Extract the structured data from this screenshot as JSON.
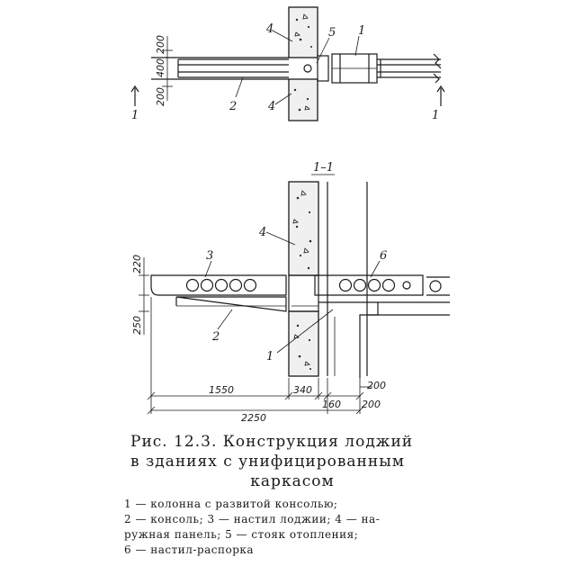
{
  "figure": {
    "plan_labels": {
      "column": "1",
      "console": "2",
      "outer_panel_top": "4",
      "outer_panel_bottom": "4",
      "riser": "5",
      "section_mark_left": "1",
      "section_mark_right": "1"
    },
    "plan_dims": [
      "200",
      "400",
      "200"
    ],
    "section_title": "1–1",
    "section_labels": {
      "loggia_slab": "3",
      "spacer_slab": "6",
      "outer_panel": "4",
      "console": "2",
      "column": "1"
    },
    "section_dims": {
      "left_top": "220",
      "left_bottom": "250",
      "d1550": "1550",
      "d340": "340",
      "d160": "160",
      "d200_top": "200",
      "d200_bottom": "200",
      "d2250": "2250"
    }
  },
  "caption": {
    "line1": "Рис.  12.3.  Конструкция  лоджий",
    "line2": "в   зданиях   с   унифицированным",
    "line3": "каркасом"
  },
  "legend": {
    "item1": "1 — колонна  с  развитой  консолью;",
    "item2": "2 — консоль; 3 — настил лоджии; 4 — на-",
    "item3": "ружная панель; 5 — стояк отопления;",
    "item4": "6 — настил-распорка"
  }
}
